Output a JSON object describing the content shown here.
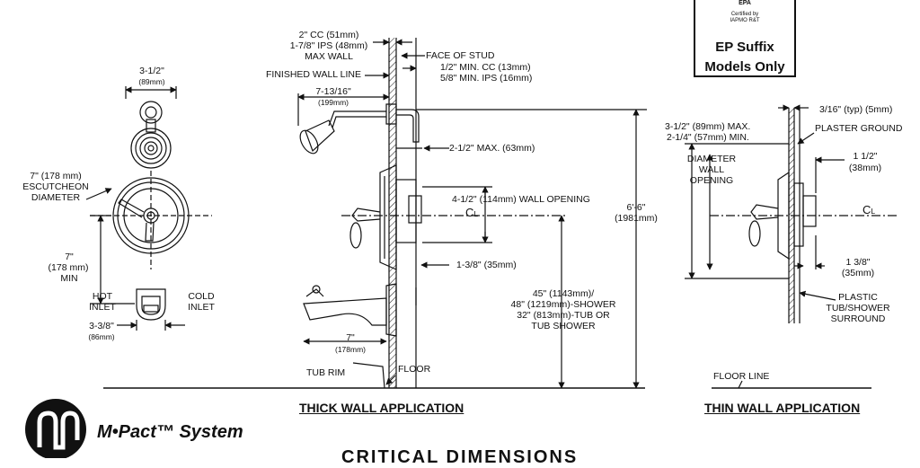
{
  "epa_box": {
    "seal_text": "EPA",
    "cert_line1": "Certified by",
    "cert_line2": "IAPMO R&T",
    "line1": "EP Suffix",
    "line2": "Models Only"
  },
  "front_view": {
    "showerhead_width": "3-1/2\"",
    "showerhead_width_mm": "(89mm)",
    "escutcheon_line1": "7\" (178 mm)",
    "escutcheon_line2": "ESCUTCHEON",
    "escutcheon_line3": "DIAMETER",
    "min_line1": "7\"",
    "min_line2": "(178 mm)",
    "min_line3": "MIN",
    "hot_line1": "HOT",
    "hot_line2": "INLET",
    "cold_line1": "COLD",
    "cold_line2": "INLET",
    "spout_width": "3-3/8\"",
    "spout_width_mm": "(86mm)"
  },
  "thick_wall": {
    "cc_line1": "2\" CC (51mm)",
    "cc_line2": "1-7/8\" IPS (48mm)",
    "cc_line3": "MAX WALL",
    "face_of_stud": "FACE OF STUD",
    "min_cc_line1": "1/2\" MIN. CC (13mm)",
    "min_cc_line2": "5/8\" MIN. IPS (16mm)",
    "finished_wall_line": "FINISHED WALL LINE",
    "arm_length": "7-13/16\"",
    "arm_length_mm": "(199mm)",
    "max_depth": "2-1/2\" MAX. (63mm)",
    "wall_opening": "4-1/2\" (114mm) WALL OPENING",
    "centerline": "C",
    "centerline_sub": "L",
    "overall_height": "6'-6\"",
    "overall_height_mm": "(1981mm)",
    "stem_depth": "1-3/8\" (35mm)",
    "height_line1": "45\" (1143mm)/",
    "height_line2": "48\" (1219mm)-SHOWER",
    "height_line3": "32\" (813mm)-TUB OR",
    "height_line4": "TUB SHOWER",
    "spout_reach": "7\"",
    "spout_reach_mm": "(178mm)",
    "tub_rim": "TUB RIM",
    "floor": "FLOOR",
    "title": "THICK WALL APPLICATION"
  },
  "thin_wall": {
    "max_line1": "3-1/2\" (89mm) MAX.",
    "max_line2": "2-1/4\" (57mm) MIN.",
    "diameter_line1": "DIAMETER",
    "diameter_line2": "WALL",
    "diameter_line3": "OPENING",
    "typ_dim": "3/16\" (typ) (5mm)",
    "plaster_ground": "PLASTER GROUND",
    "dim_1_1_2": "1 1/2\"",
    "dim_1_1_2_mm": "(38mm)",
    "centerline": "C",
    "centerline_sub": "L",
    "dim_1_3_8": "1 3/8\"",
    "dim_1_3_8_mm": "(35mm)",
    "surround_line1": "PLASTIC",
    "surround_line2": "TUB/SHOWER",
    "surround_line3": "SURROUND",
    "floor_line": "FLOOR LINE",
    "title": "THIN WALL APPLICATION"
  },
  "brand": {
    "name": "M•Pact™ System"
  },
  "footer": {
    "cut_title": "CRITICAL DIMENSIONS"
  }
}
